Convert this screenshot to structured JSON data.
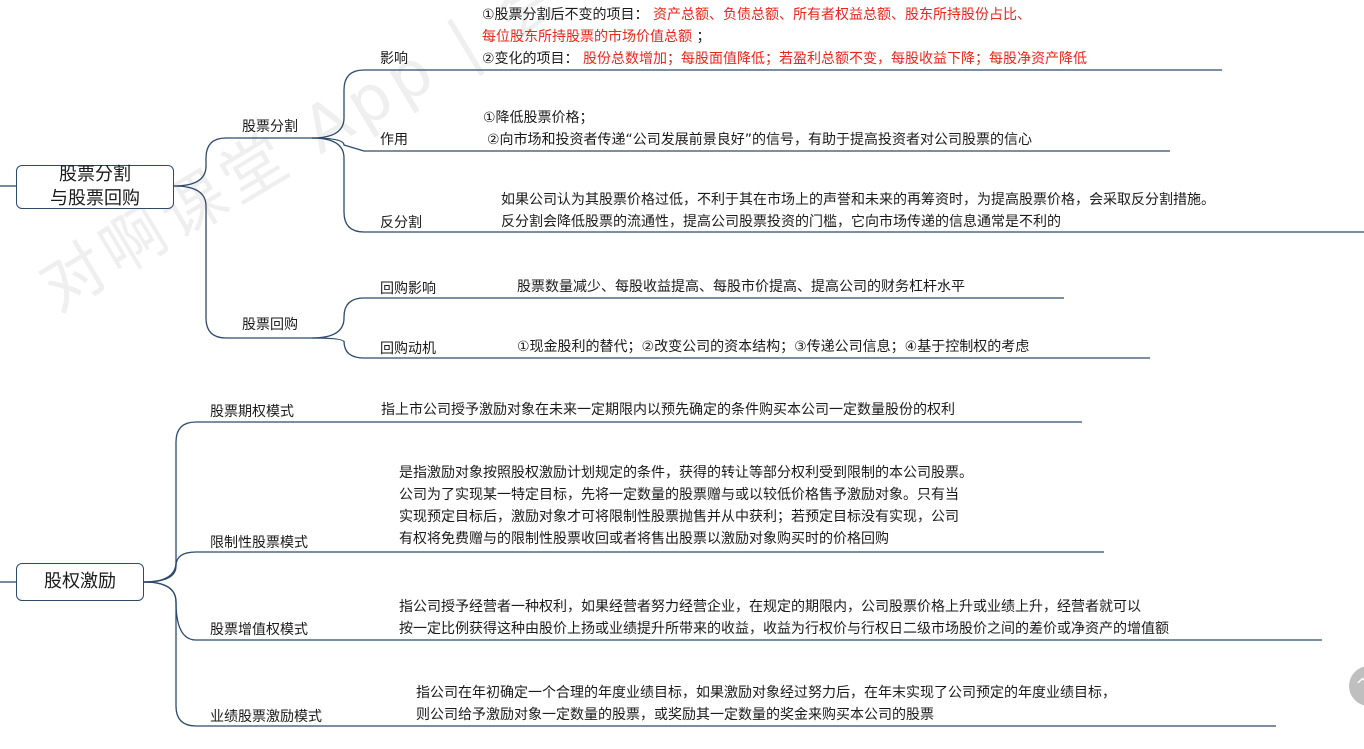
{
  "watermark": "对啊课堂 App | 会计万题库",
  "root1": {
    "line1": "股票分割",
    "line2": "与股票回购"
  },
  "split": {
    "label": "股票分割",
    "impact": {
      "label": "影响",
      "l1_prefix": "①股票分割后不变的项目：",
      "l1_red": "资产总额、负债总额、所有者权益总额、股东所持股份占比、",
      "l2_red": "每位股东所持股票的市场价值总额",
      "l2_suffix": "；",
      "l3_prefix": "②变化的项目：",
      "l3_red": "股份总数增加；每股面值降低；若盈利总额不变，每股收益下降；每股净资产降低"
    },
    "role": {
      "label": "作用",
      "l1": "①降低股票价格；",
      "l2": "②向市场和投资者传递“公司发展前景良好”的信号，有助于提高投资者对公司股票的信心"
    },
    "reverse": {
      "label": "反分割",
      "l1": "如果公司认为其股票价格过低，不利于其在市场上的声誉和未来的再筹资时，为提高股票价格，会采取反分割措施。",
      "l2": "反分割会降低股票的流通性，提高公司股票投资的门槛，它向市场传递的信息通常是不利的"
    }
  },
  "buyback": {
    "label": "股票回购",
    "impact": {
      "label": "回购影响",
      "text": "股票数量减少、每股收益提高、每股市价提高、提高公司的财务杠杆水平"
    },
    "motive": {
      "label": "回购动机",
      "text": "①现金股利的替代；②改变公司的资本结构；③传递公司信息；④基于控制权的考虑"
    }
  },
  "root2": {
    "label": "股权激励"
  },
  "option": {
    "label": "股票期权模式",
    "text": "指上市公司授予激励对象在未来一定期限内以预先确定的条件购买本公司一定数量股份的权利"
  },
  "restricted": {
    "label": "限制性股票模式",
    "l1": "是指激励对象按照股权激励计划规定的条件，获得的转让等部分权利受到限制的本公司股票。",
    "l2": "公司为了实现某一特定目标，先将一定数量的股票赠与或以较低价格售予激励对象。只有当",
    "l3": "实现预定目标后，激励对象才可将限制性股票抛售并从中获利；若预定目标没有实现，公司",
    "l4": "有权将免费赠与的限制性股票收回或者将售出股票以激励对象购买时的价格回购"
  },
  "sar": {
    "label": "股票增值权模式",
    "l1": "指公司授予经营者一种权利，如果经营者努力经营企业，在规定的期限内，公司股票价格上升或业绩上升，经营者就可以",
    "l2": "按一定比例获得这种由股价上扬或业绩提升所带来的收益，收益为行权价与行权日二级市场股价之间的差价或净资产的增值额"
  },
  "performance": {
    "label": "业绩股票激励模式",
    "l1": "指公司在年初确定一个合理的年度业绩目标，如果激励对象经过努力后，在年末实现了公司预定的年度业绩目标，",
    "l2": "则公司给予激励对象一定数量的股票，或奖励其一定数量的奖金来购买本公司的股票"
  },
  "ui": {
    "scroll_icon": "^"
  },
  "colors": {
    "line": "#2e4a6b",
    "highlight": "#e8261b"
  }
}
